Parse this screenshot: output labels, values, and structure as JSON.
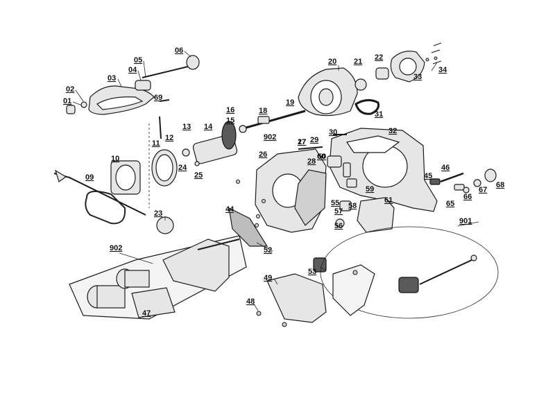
{
  "diagram": {
    "callouts": [
      "01",
      "02",
      "03",
      "04",
      "05",
      "06",
      "09",
      "10",
      "11",
      "12",
      "13",
      "14",
      "15",
      "16",
      "17",
      "18",
      "19",
      "20",
      "21",
      "22",
      "23",
      "24",
      "25",
      "26",
      "27",
      "28",
      "29",
      "30",
      "31",
      "32",
      "33",
      "34",
      "44",
      "45",
      "46",
      "47",
      "48",
      "49",
      "50",
      "52",
      "53",
      "55",
      "56",
      "57",
      "58",
      "59",
      "60",
      "61",
      "65",
      "66",
      "67",
      "68",
      "69",
      "901",
      "902",
      "902"
    ]
  }
}
